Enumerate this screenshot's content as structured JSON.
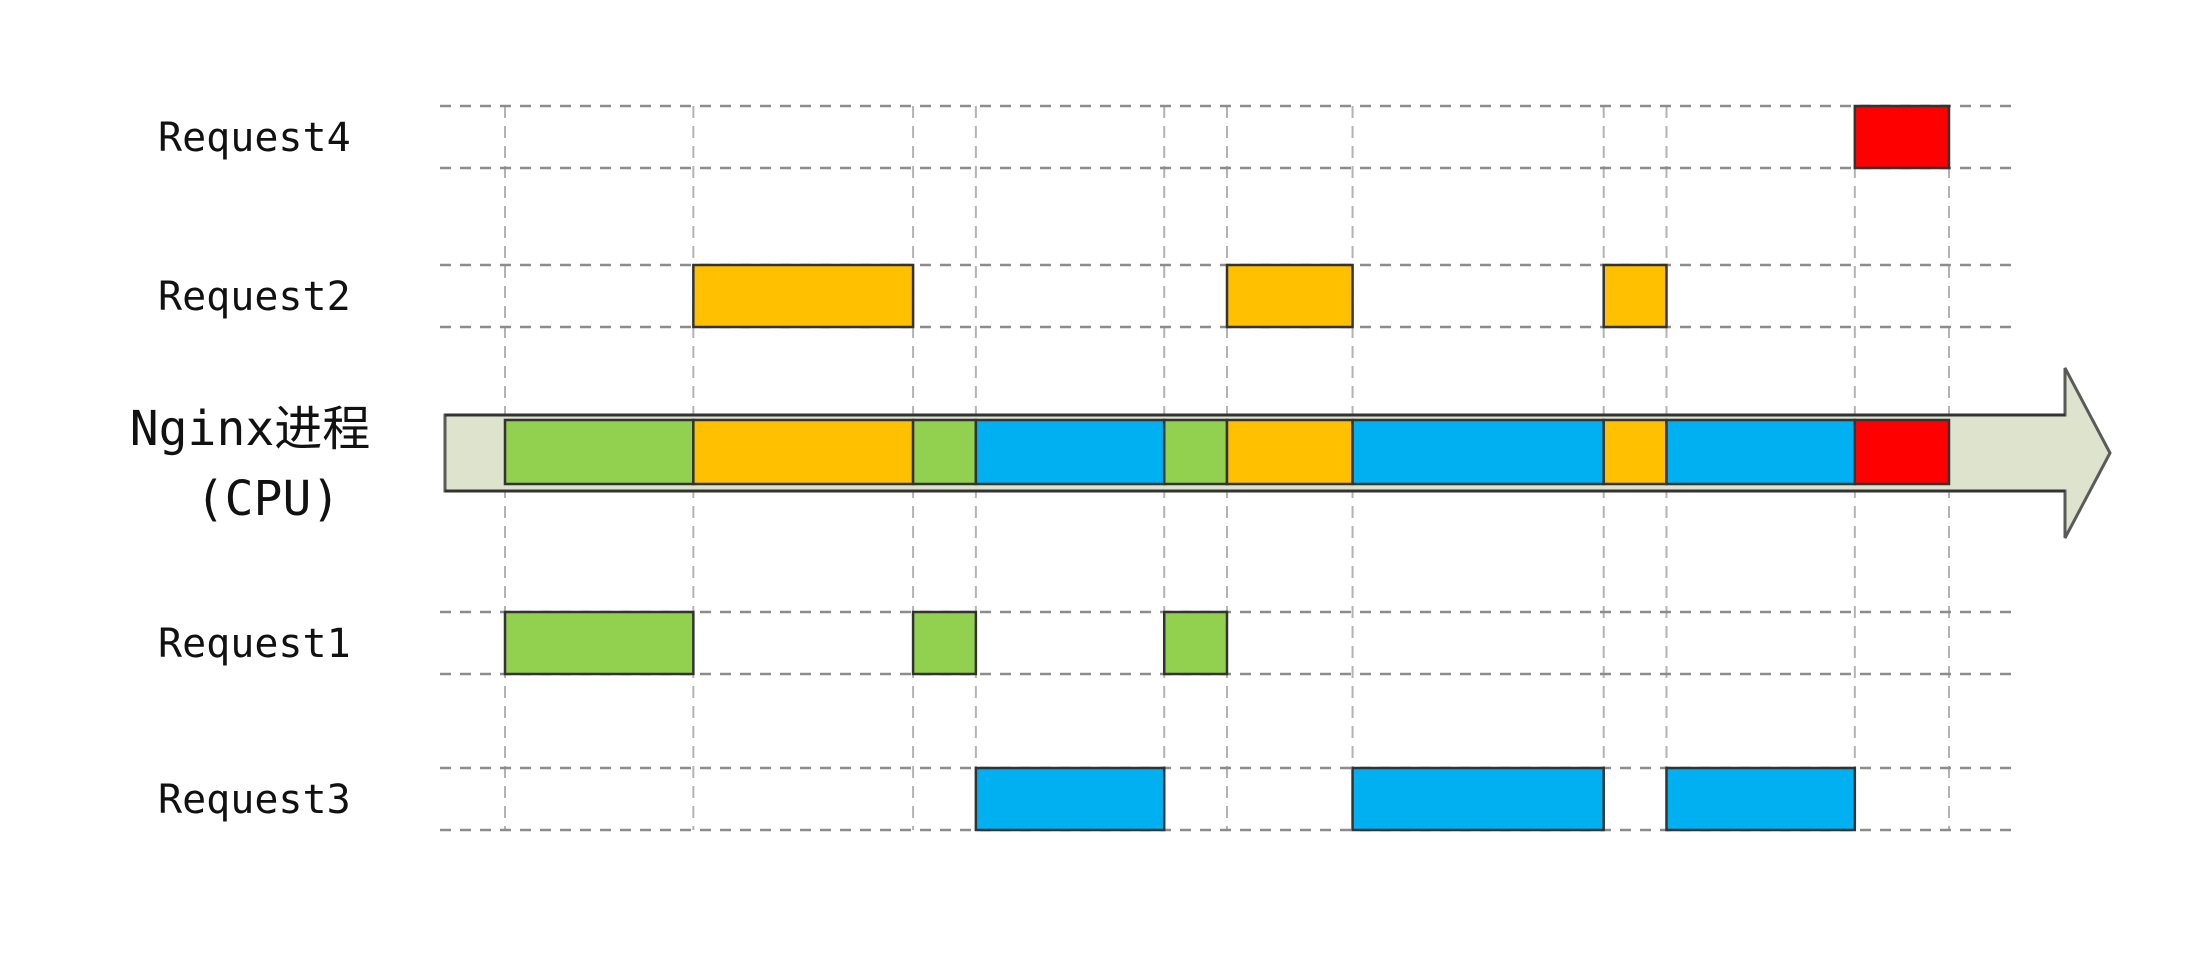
{
  "colors": {
    "request1": "#92d050",
    "request2": "#ffc000",
    "request3": "#00b0f0",
    "request4": "#ff0000",
    "arrow": "#dde3cc"
  },
  "cpu": {
    "label_line1": "Nginx进程",
    "label_line2": "(CPU)"
  },
  "timeline": {
    "ticks": [
      0,
      3,
      6.5,
      7.5,
      10.5,
      11.5,
      13.5,
      17.5,
      18.5,
      21.5,
      23
    ]
  },
  "requests": [
    {
      "id": "request4",
      "label": "Request4",
      "color_key": "request4",
      "segments": [
        [
          21.5,
          23
        ]
      ]
    },
    {
      "id": "request2",
      "label": "Request2",
      "color_key": "request2",
      "segments": [
        [
          3,
          6.5
        ],
        [
          11.5,
          13.5
        ],
        [
          17.5,
          18.5
        ]
      ]
    },
    {
      "id": "request1",
      "label": "Request1",
      "color_key": "request1",
      "segments": [
        [
          0,
          3
        ],
        [
          6.5,
          7.5
        ],
        [
          10.5,
          11.5
        ]
      ]
    },
    {
      "id": "request3",
      "label": "Request3",
      "color_key": "request3",
      "segments": [
        [
          7.5,
          10.5
        ],
        [
          13.5,
          17.5
        ],
        [
          18.5,
          21.5
        ]
      ]
    }
  ],
  "cpu_sequence": [
    {
      "from": 0,
      "to": 3,
      "color_key": "request1"
    },
    {
      "from": 3,
      "to": 6.5,
      "color_key": "request2"
    },
    {
      "from": 6.5,
      "to": 7.5,
      "color_key": "request1"
    },
    {
      "from": 7.5,
      "to": 10.5,
      "color_key": "request3"
    },
    {
      "from": 10.5,
      "to": 11.5,
      "color_key": "request1"
    },
    {
      "from": 11.5,
      "to": 13.5,
      "color_key": "request2"
    },
    {
      "from": 13.5,
      "to": 17.5,
      "color_key": "request3"
    },
    {
      "from": 17.5,
      "to": 18.5,
      "color_key": "request2"
    },
    {
      "from": 18.5,
      "to": 21.5,
      "color_key": "request3"
    },
    {
      "from": 21.5,
      "to": 23,
      "color_key": "request4"
    }
  ]
}
